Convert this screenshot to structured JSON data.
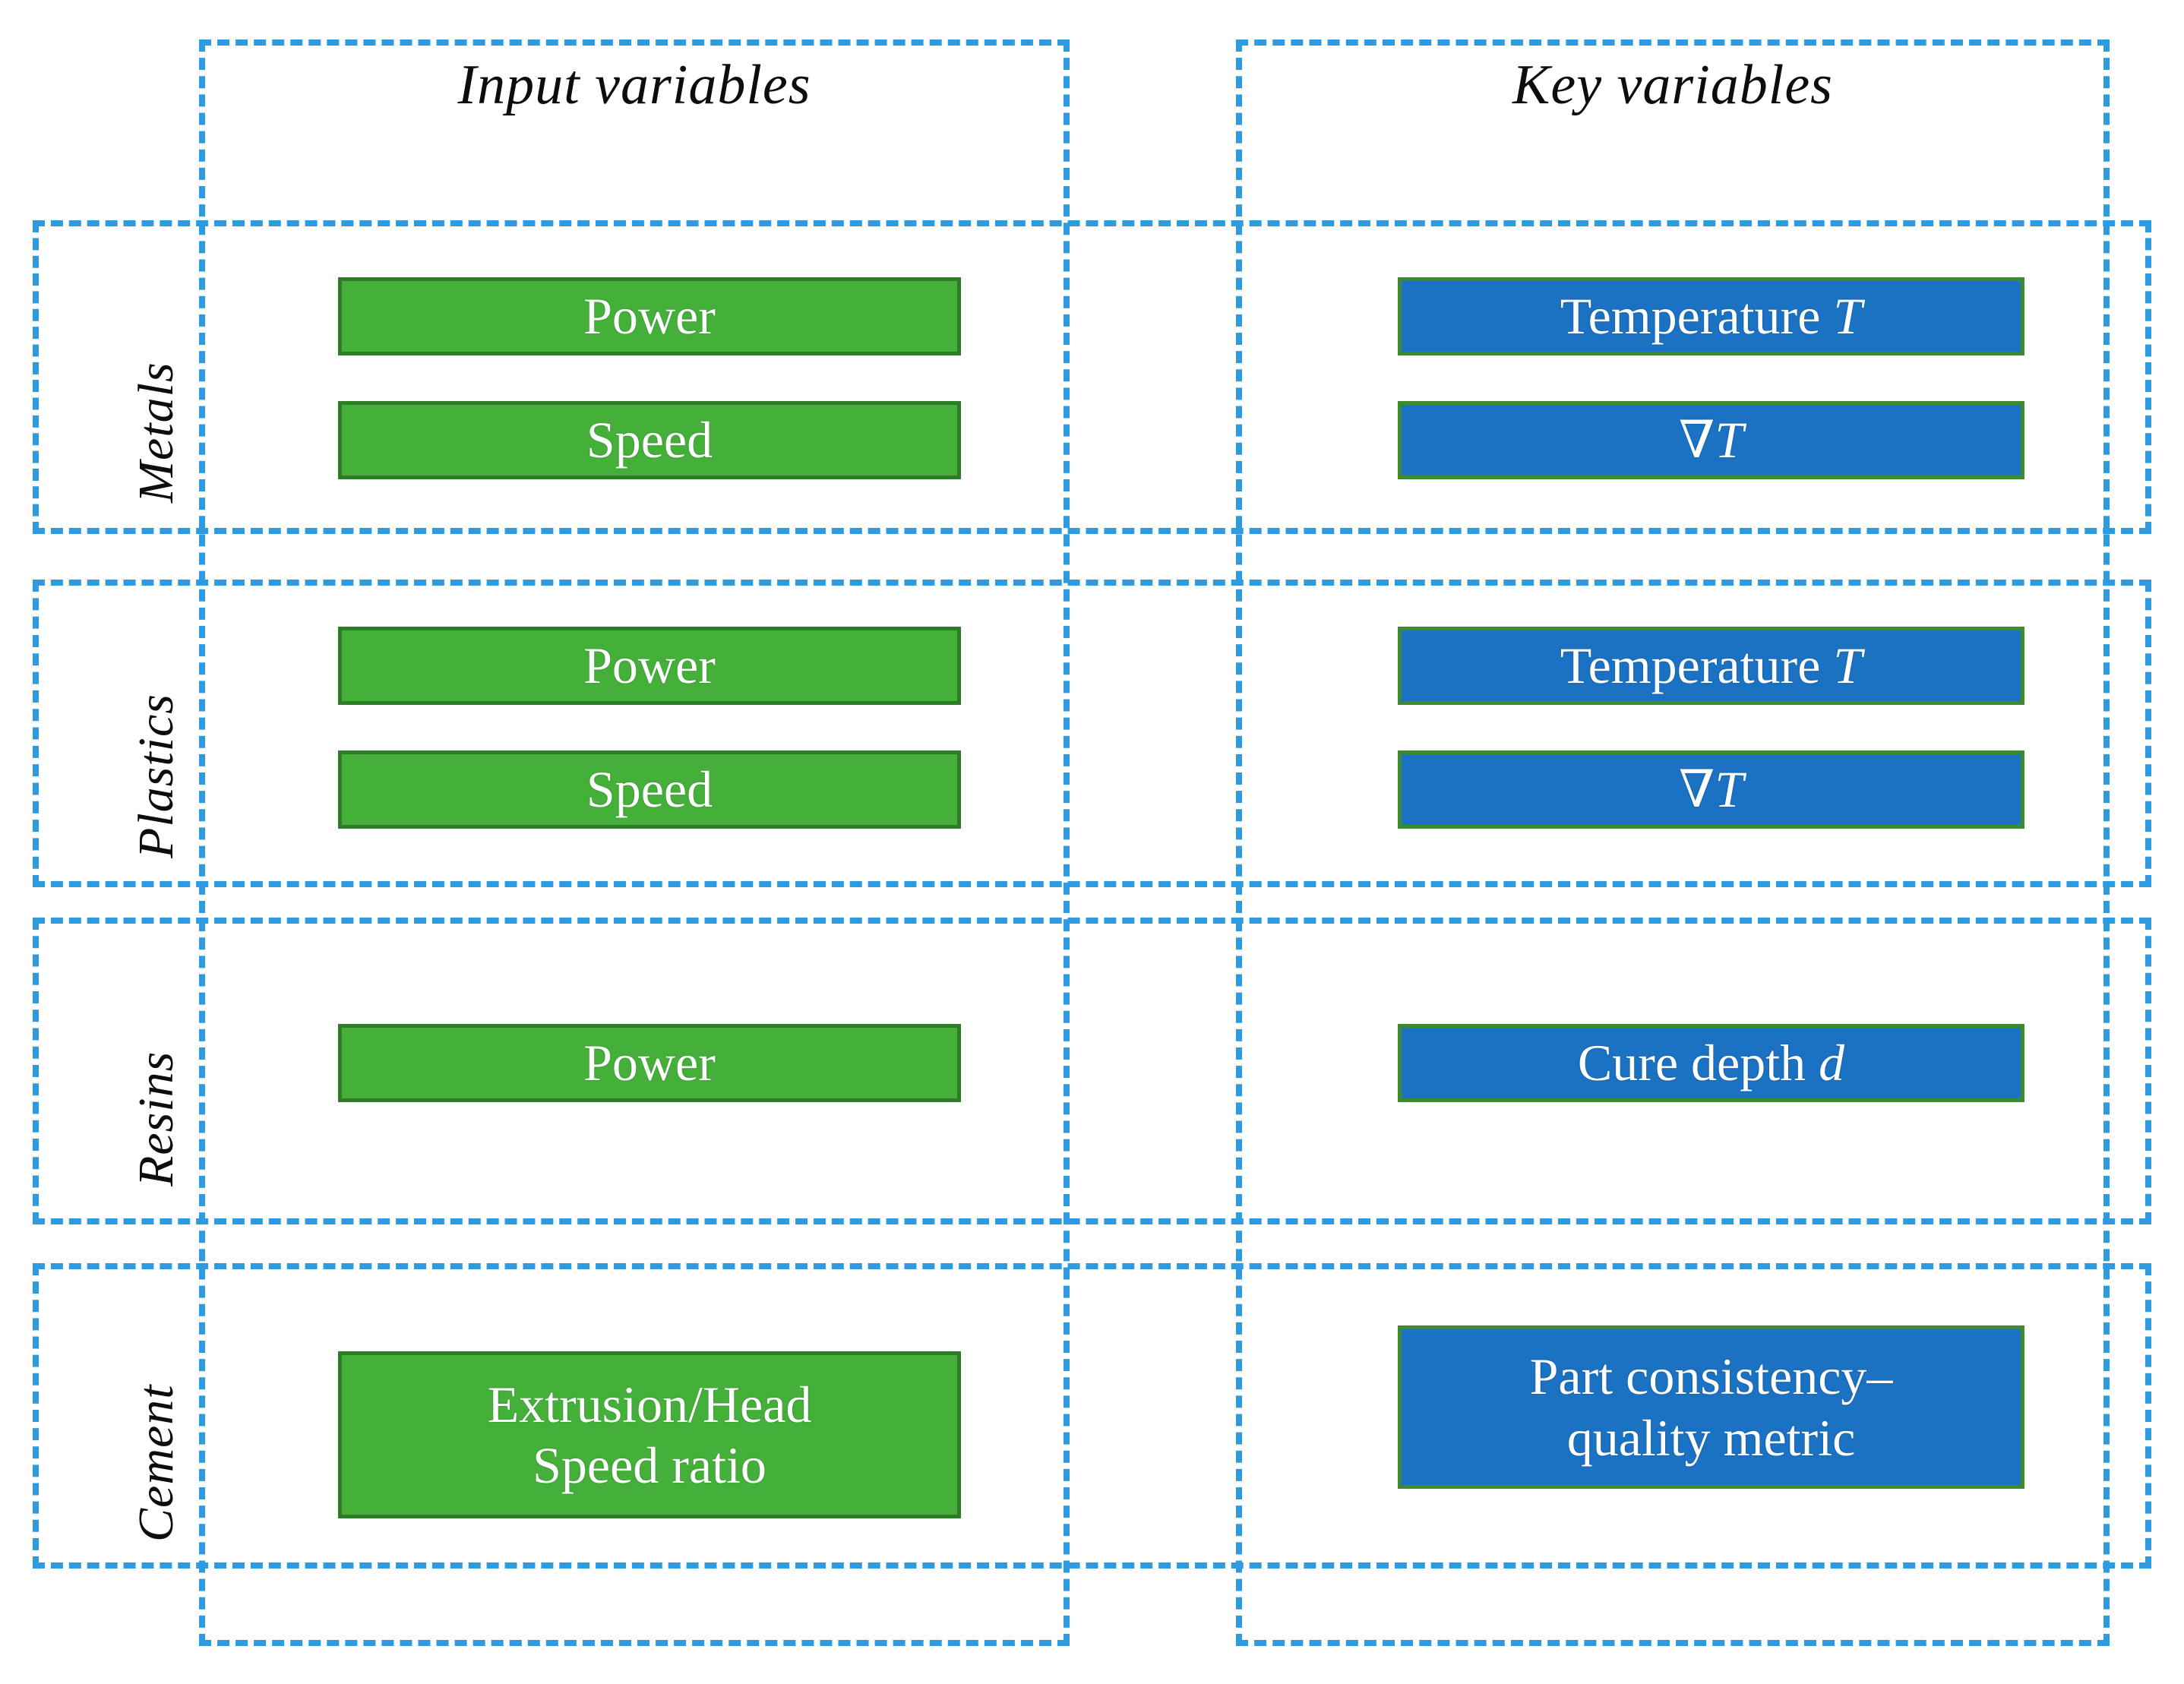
{
  "diagram": {
    "columns": [
      {
        "key": "input",
        "label": "Input variables"
      },
      {
        "key": "key",
        "label": "Key variables"
      }
    ],
    "rows": [
      {
        "key": "metals",
        "label": "Metals"
      },
      {
        "key": "plastics",
        "label": "Plastics"
      },
      {
        "key": "resins",
        "label": "Resins"
      },
      {
        "key": "cement",
        "label": "Cement"
      }
    ],
    "cells": {
      "metals": {
        "input": [
          {
            "text": "Power"
          },
          {
            "text": "Speed"
          }
        ],
        "key": [
          {
            "text": "Temperature T",
            "base": "Temperature ",
            "italic": "T"
          },
          {
            "text": "∇T",
            "base": "∇",
            "italic": "T"
          }
        ]
      },
      "plastics": {
        "input": [
          {
            "text": "Power"
          },
          {
            "text": "Speed"
          }
        ],
        "key": [
          {
            "text": "Temperature T",
            "base": "Temperature ",
            "italic": "T"
          },
          {
            "text": "∇T",
            "base": "∇",
            "italic": "T"
          }
        ]
      },
      "resins": {
        "input": [
          {
            "text": "Power"
          }
        ],
        "key": [
          {
            "text": "Cure depth d",
            "base": "Cure depth ",
            "italic": "d"
          }
        ]
      },
      "cement": {
        "input": [
          {
            "line1": "Extrusion/Head",
            "line2": "Speed ratio"
          }
        ],
        "key": [
          {
            "line1": "Part consistency–",
            "line2": "quality metric"
          }
        ]
      }
    },
    "colors": {
      "input_box_fill": "#44B03A",
      "input_box_border": "#2C7D26",
      "key_box_fill": "#1B71C2",
      "key_box_border": "#3D8B2E",
      "dashed_border": "#2E9BE0",
      "label_text": "#0d0d0d",
      "box_text": "#ffffff"
    }
  }
}
